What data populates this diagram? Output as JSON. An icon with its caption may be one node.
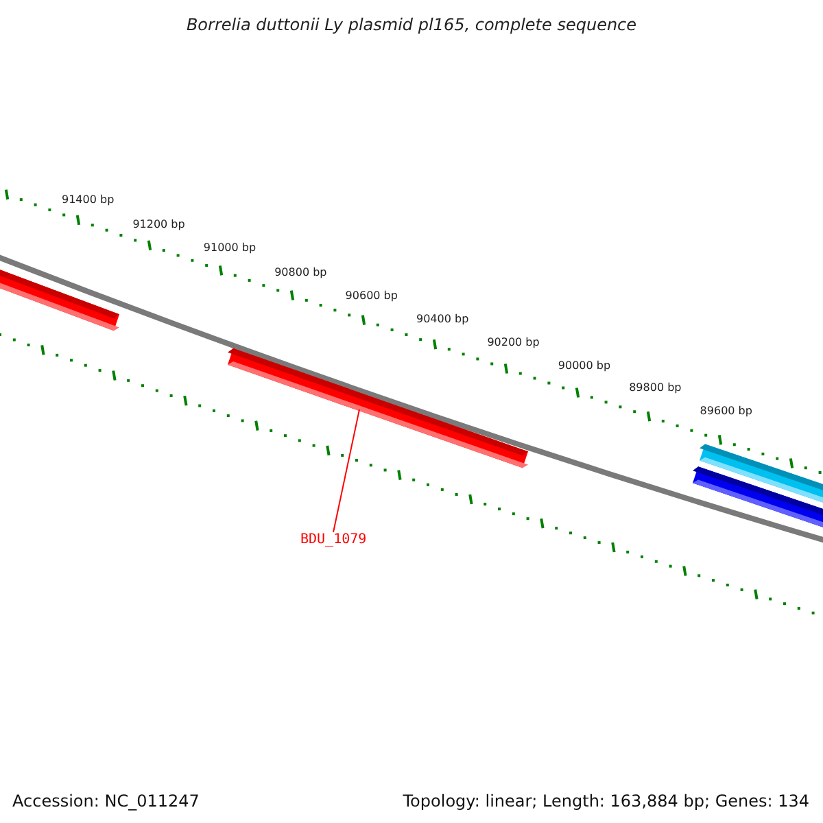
{
  "diagram": {
    "title": "Borrelia duttonii Ly plasmid pl165, complete sequence",
    "nodes": [
      {
        "text": [],
        "shape": "bar"
      },
      {
        "text": [],
        "shape": "bar"
      },
      {
        "text": [],
        "shape": "bar"
      },
      {
        "text": [],
        "shape": "bar"
      },
      {
        "text": [
          "BDU_1079"
        ]
      }
    ],
    "edges": [
      {
        "from": 4,
        "to": 1,
        "arrow": "none"
      }
    ],
    "labels": [
      "91400 bp",
      "91200 bp",
      "91000 bp",
      "90800 bp",
      "90600 bp",
      "90400 bp",
      "90200 bp",
      "90000 bp",
      "89800 bp",
      "89600 bp",
      "Accession: NC_011247",
      "Topology: linear; Length: 163,884 bp; Genes: 134"
    ]
  }
}
